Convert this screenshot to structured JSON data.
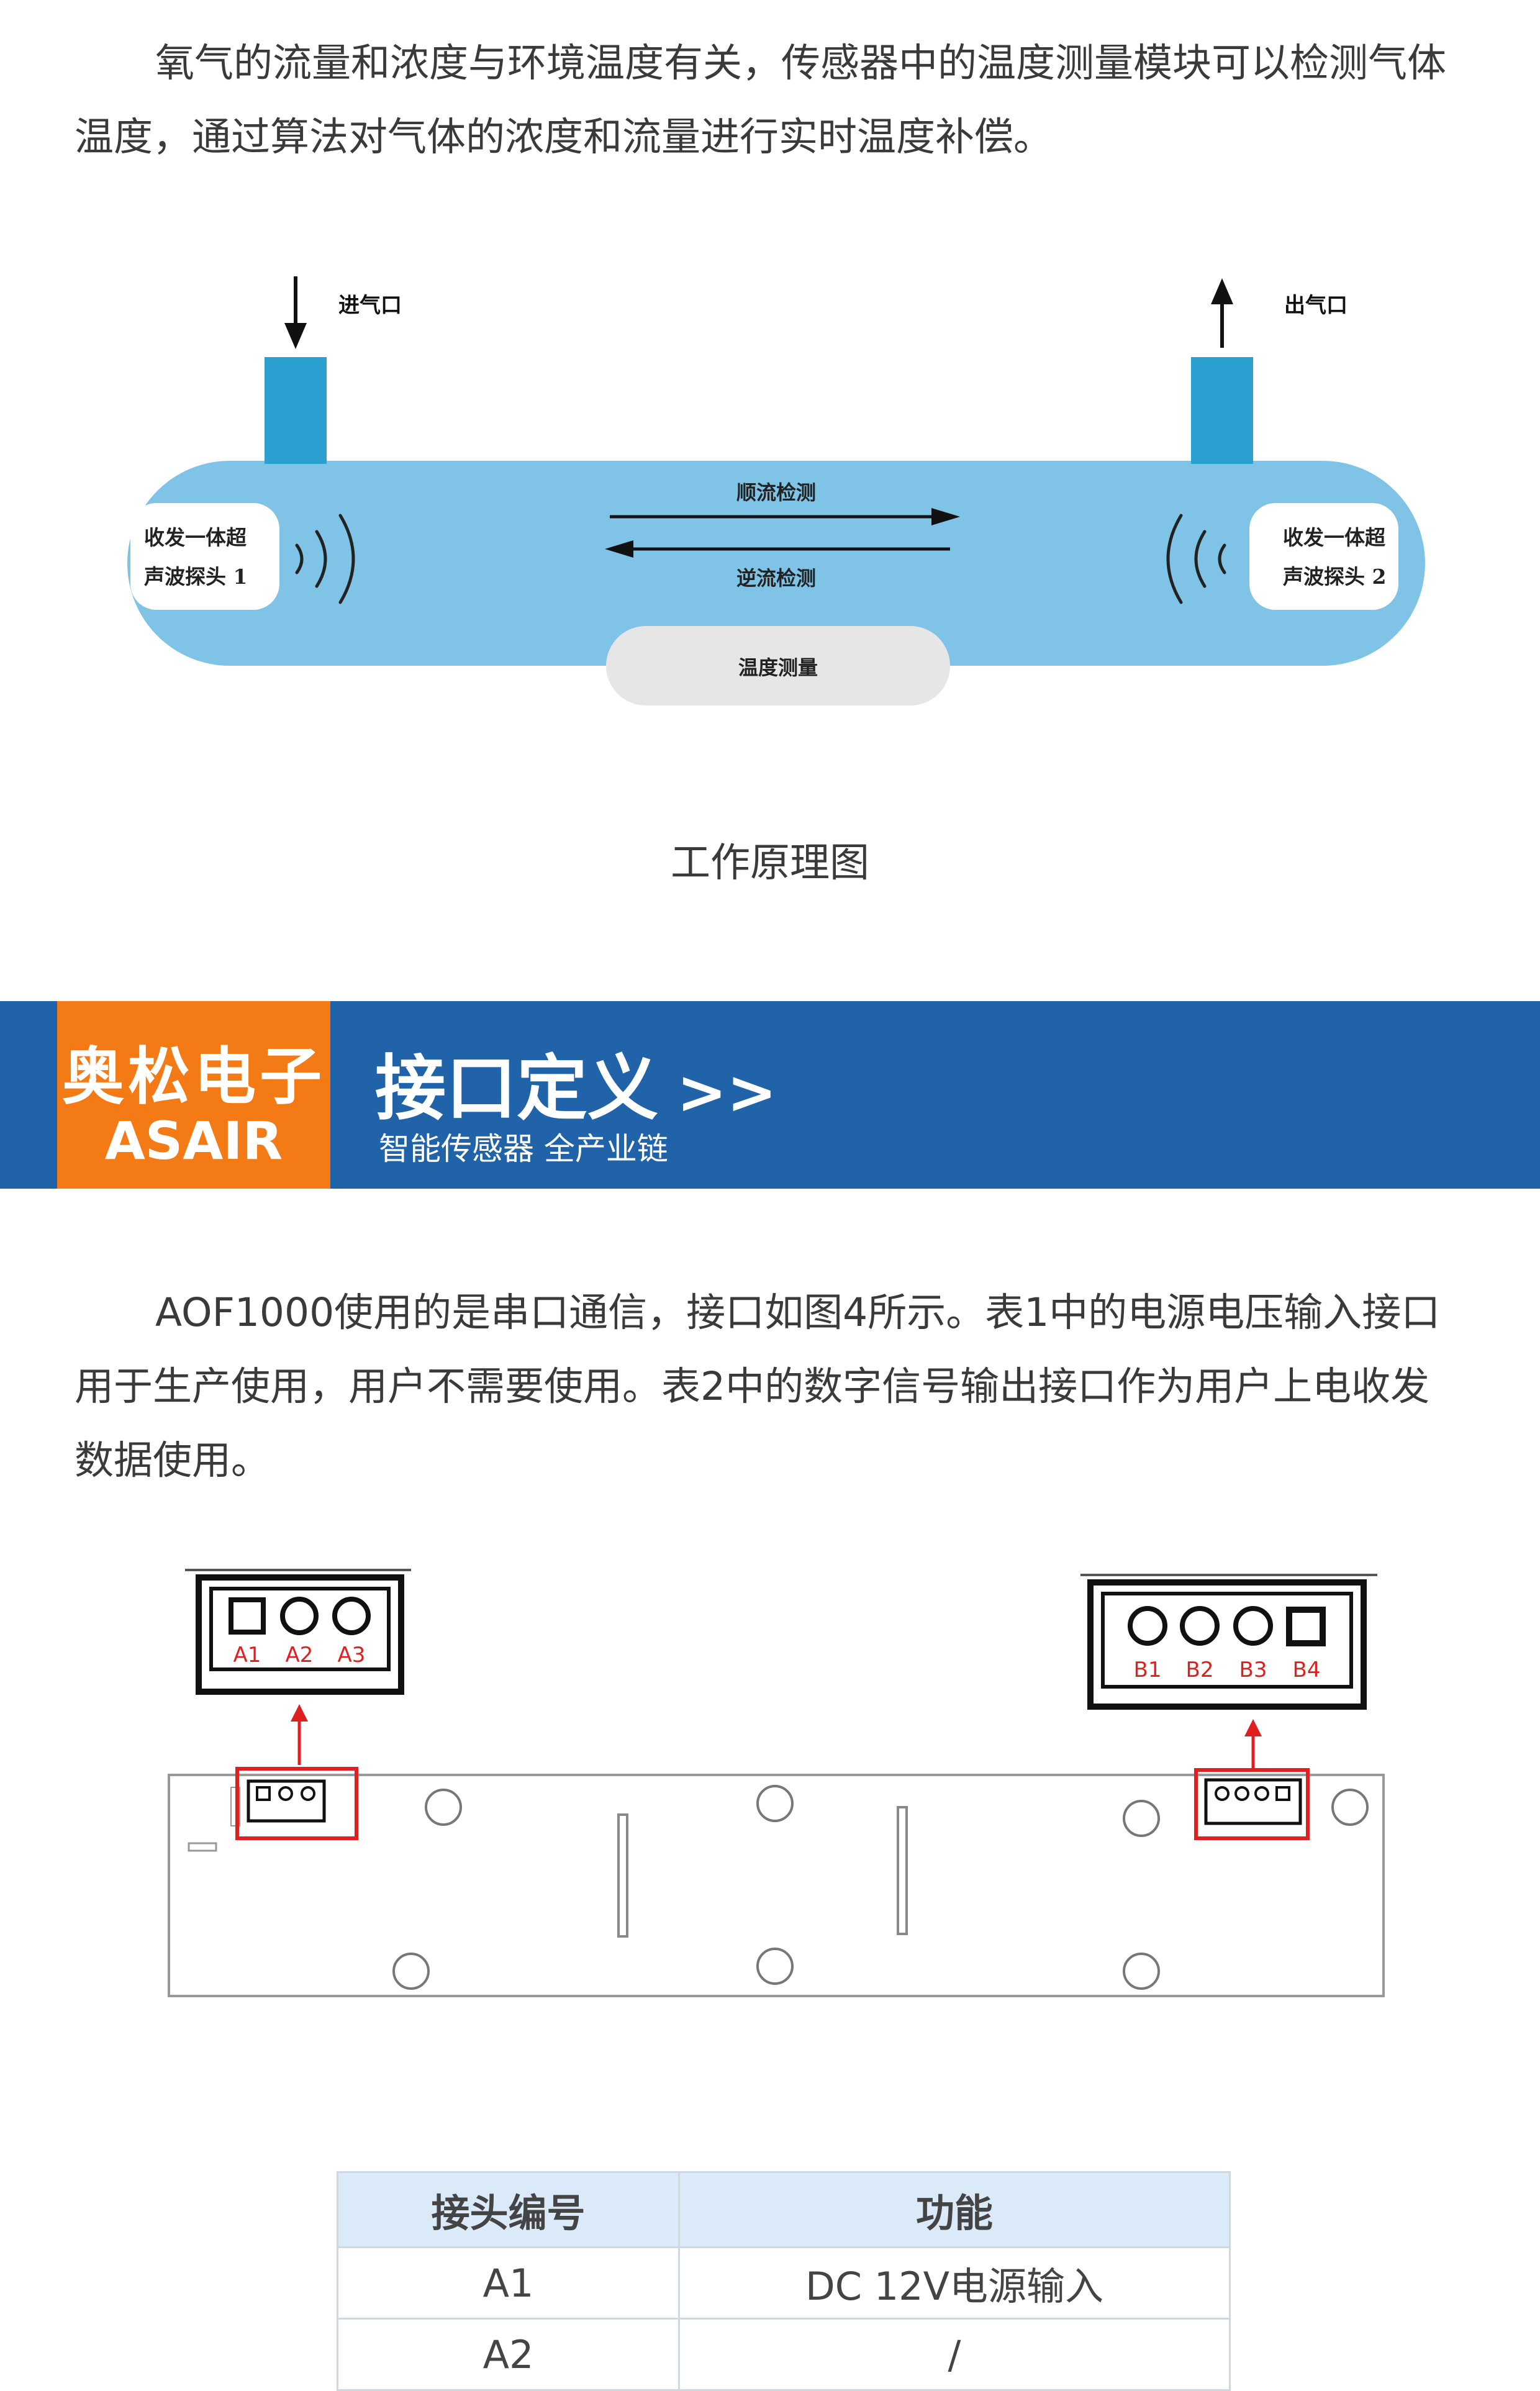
{
  "paragraph_temperature": "氧气的流量和浓度与环境温度有关，传感器中的温度测量模块可以检测气体温度，通过算法对气体的浓度和流量进行实时温度补偿。",
  "diagram": {
    "inlet_label": "进气口",
    "outlet_label": "出气口",
    "probe1_line1": "收发一体超",
    "probe1_line2": "声波探头 1",
    "probe2_line1": "收发一体超",
    "probe2_line2": "声波探头 2",
    "downstream_label": "顺流检测",
    "upstream_label": "逆流检测",
    "temp_label": "温度测量",
    "caption": "工作原理图"
  },
  "banner": {
    "brand_cn": "奥松电子",
    "brand_en": "ASAIR",
    "title": "接口定义",
    "arrows": ">>",
    "subtitle": "智能传感器 全产业链"
  },
  "paragraph_interface": "AOF1000使用的是串口通信，接口如图4所示。表1中的电源电压输入接口用于生产使用，用户不需要使用。表2中的数字信号输出接口作为用户上电收发数据使用。",
  "connector_a": [
    "A1",
    "A2",
    "A3"
  ],
  "connector_b": [
    "B1",
    "B2",
    "B3",
    "B4"
  ],
  "colors": {
    "pipe": "#7fc3e6",
    "port": "#2a9fd0",
    "banner_blue": "#2063a8",
    "brand_orange": "#f47a16",
    "pin_red": "#e02020"
  },
  "table": {
    "headers": [
      "接头编号",
      "功能"
    ],
    "rows": [
      [
        "A1",
        "DC 12V电源输入"
      ],
      [
        "A2",
        "/"
      ]
    ]
  }
}
